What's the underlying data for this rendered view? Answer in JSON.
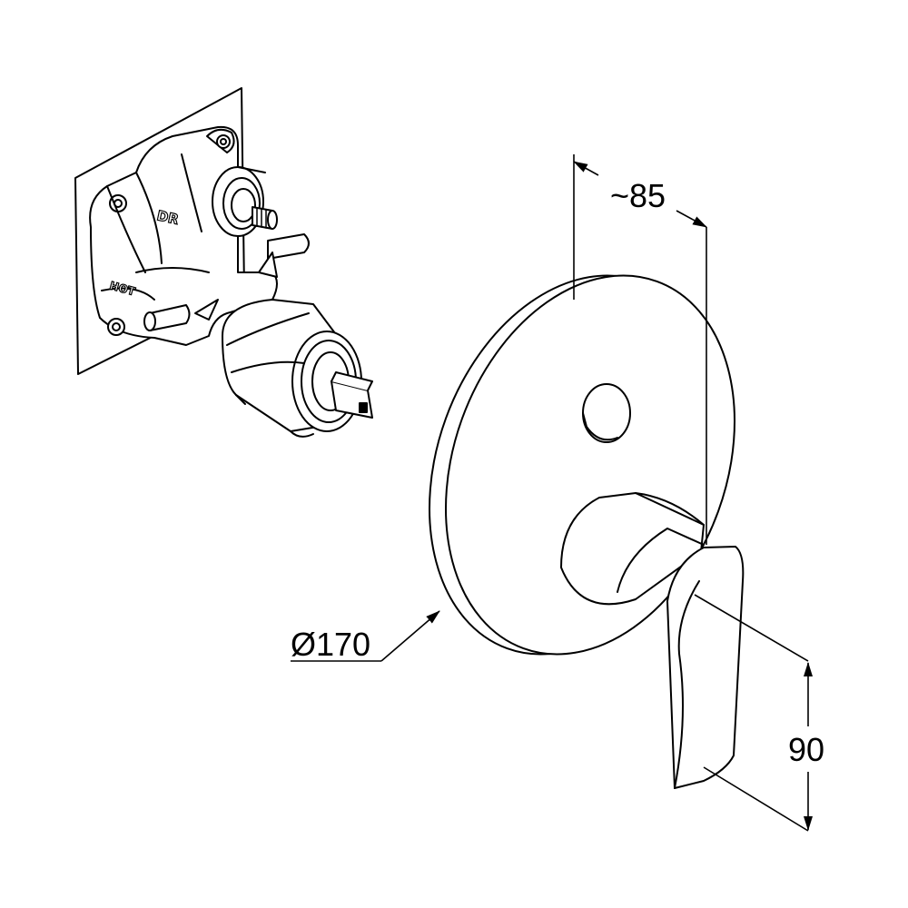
{
  "dimensions": {
    "depth": "~85",
    "diameter": "Ø170",
    "height": "90"
  },
  "valve_body": {
    "label_dr": "DR",
    "label_hot": "HOT"
  }
}
